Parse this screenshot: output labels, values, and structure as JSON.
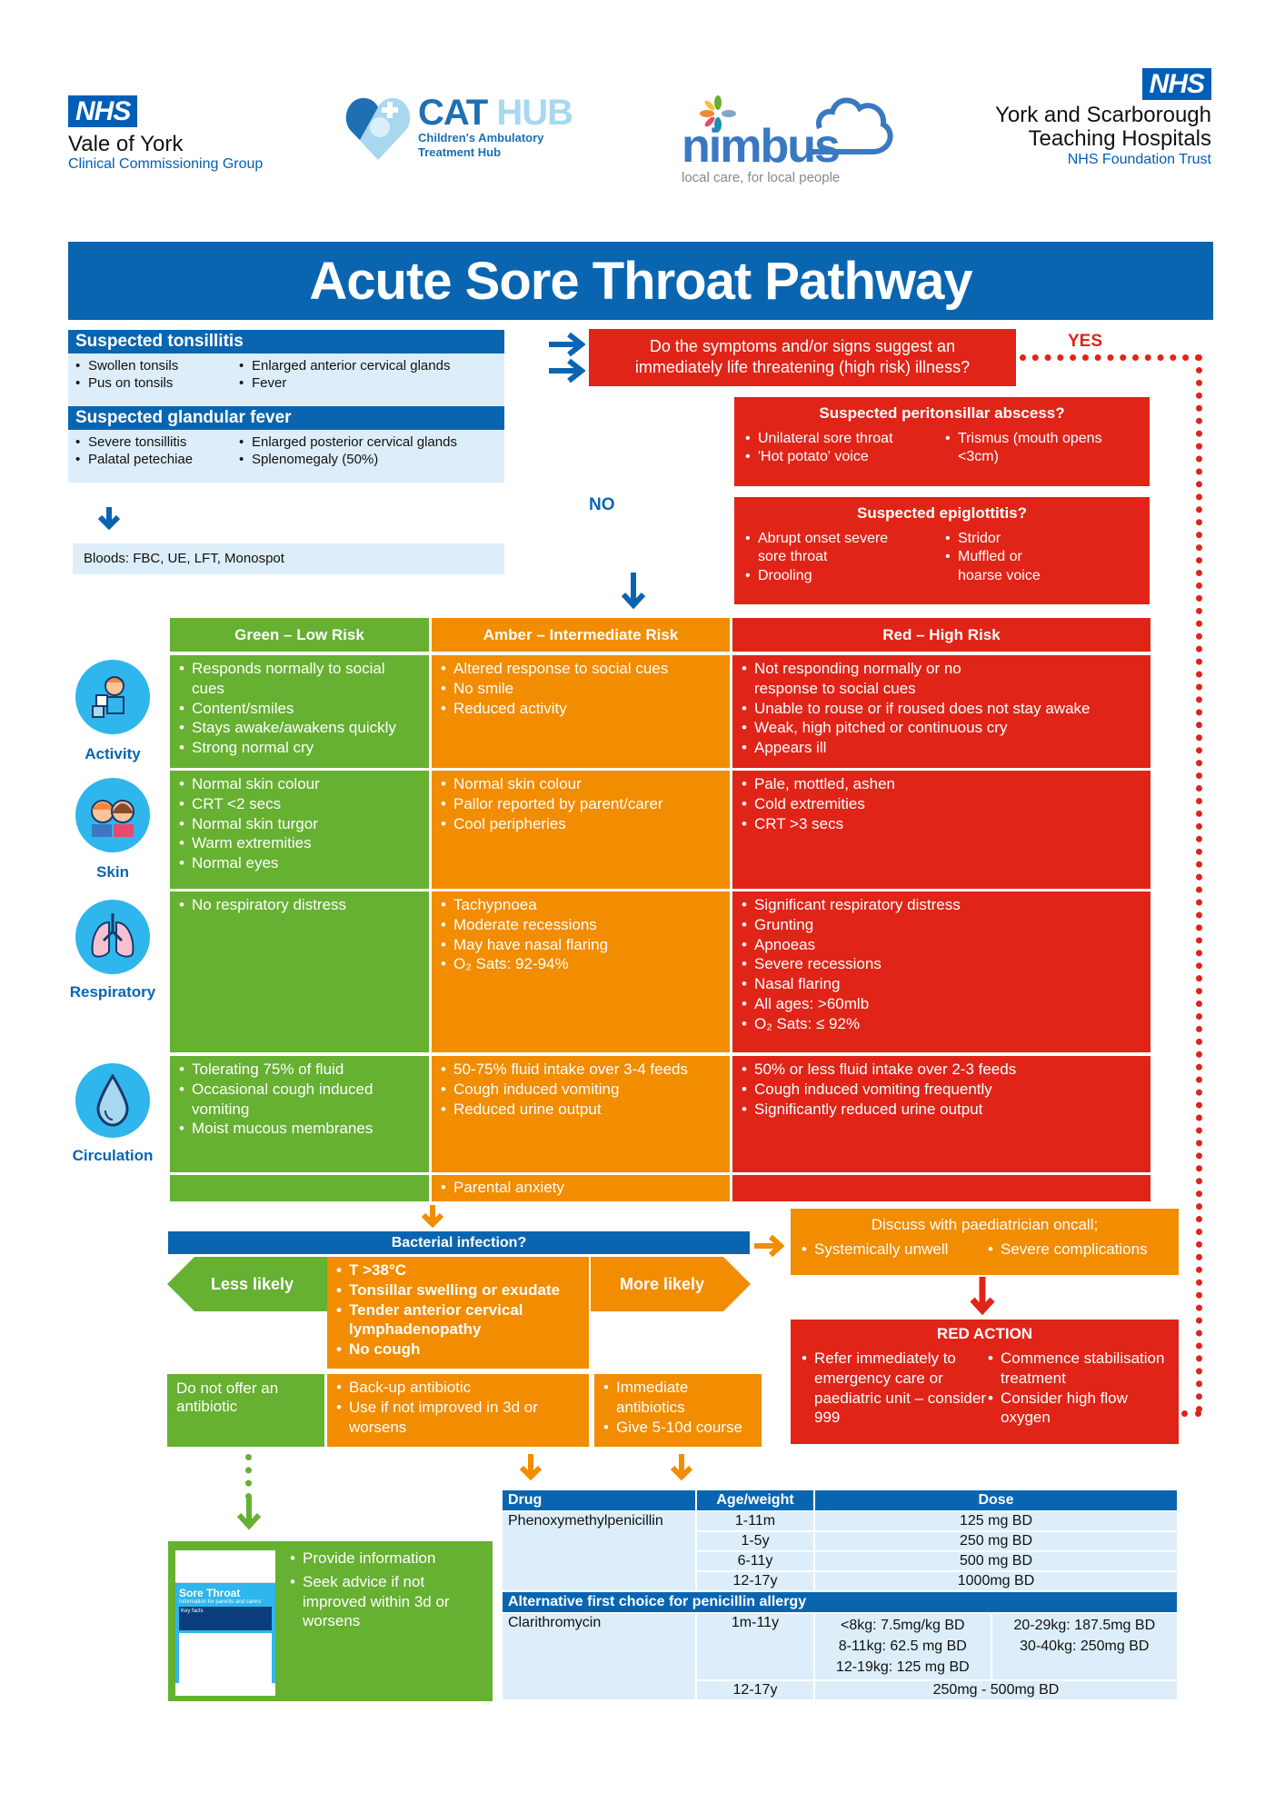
{
  "logos": {
    "vale_of_york": {
      "badge": "NHS",
      "name": "Vale of York",
      "sub": "Clinical Commissioning Group"
    },
    "cat_hub": {
      "title_a": "CAT",
      "title_b": "HUB",
      "sub_line1": "Children's Ambulatory",
      "sub_line2": "Treatment Hub"
    },
    "nimbus": {
      "word": "nimbus",
      "tagline": "local care, for local people"
    },
    "york_scarborough": {
      "badge": "NHS",
      "name_line1": "York and Scarborough",
      "name_line2": "Teaching Hospitals",
      "sub": "NHS Foundation Trust"
    }
  },
  "title": "Acute Sore Throat Pathway",
  "tonsillitis": {
    "heading": "Suspected tonsillitis",
    "col1": [
      "Swollen tonsils",
      "Pus on tonsils"
    ],
    "col2": [
      "Enlarged anterior cervical glands",
      "Fever"
    ]
  },
  "glandular": {
    "heading": "Suspected glandular fever",
    "col1": [
      "Severe tonsillitis",
      "Palatal petechiae"
    ],
    "col2": [
      "Enlarged posterior cervical glands",
      "Splenomegaly (50%)"
    ]
  },
  "bloods": "Bloods: FBC, UE, LFT, Monospot",
  "question": {
    "line1": "Do the symptoms and/or signs suggest an",
    "line2": "immediately life threatening (high risk) illness?"
  },
  "yes_label": "YES",
  "no_label": "NO",
  "peritonsillar": {
    "heading": "Suspected peritonsillar abscess?",
    "col1": [
      "Unilateral sore throat",
      "'Hot potato' voice"
    ],
    "col2": [
      "Trismus (mouth opens <3cm)"
    ]
  },
  "epiglottitis": {
    "heading": "Suspected epiglottitis?",
    "col1": [
      "Abrupt onset severe sore throat",
      "Drooling"
    ],
    "col2": [
      "Stridor",
      "Muffled or hoarse voice"
    ]
  },
  "risk_table": {
    "headers": {
      "green": "Green – Low Risk",
      "amber": "Amber – Intermediate Risk",
      "red": "Red – High Risk"
    },
    "rows": [
      {
        "label": "Activity",
        "icon": "child-playing-icon",
        "green": [
          "Responds normally to social cues",
          "Content/smiles",
          "Stays awake/awakens quickly",
          "Strong normal cry"
        ],
        "amber": [
          "Altered response to social cues",
          "No smile",
          "Reduced activity"
        ],
        "red": [
          "Not responding normally or no response to social cues",
          "Unable to rouse or if roused does not stay awake",
          "Weak, high pitched or continuous cry",
          "Appears ill"
        ]
      },
      {
        "label": "Skin",
        "icon": "children-faces-icon",
        "green": [
          "Normal skin colour",
          "CRT <2 secs",
          "Normal skin turgor",
          "Warm extremities",
          "Normal eyes"
        ],
        "amber": [
          "Normal skin colour",
          "Pallor reported by parent/carer",
          "Cool peripheries"
        ],
        "red": [
          "Pale, mottled, ashen",
          "Cold extremities",
          "CRT >3 secs"
        ]
      },
      {
        "label": "Respiratory",
        "icon": "lungs-icon",
        "green": [
          "No respiratory distress"
        ],
        "amber": [
          "Tachypnoea",
          "Moderate recessions",
          "May have nasal flaring",
          "O₂ Sats: 92-94%"
        ],
        "red": [
          "Significant respiratory distress",
          "Grunting",
          "Apnoeas",
          "Severe recessions",
          "Nasal flaring",
          "All ages: >60mlb",
          "O₂ Sats: ≤ 92%"
        ]
      },
      {
        "label": "Circulation",
        "icon": "water-drop-icon",
        "green": [
          "Tolerating 75% of fluid",
          "Occasional cough induced vomiting",
          "Moist mucous membranes"
        ],
        "amber": [
          "50-75% fluid intake over 3-4 feeds",
          "Cough induced vomiting",
          "Reduced urine output"
        ],
        "red": [
          "50% or less fluid intake over 2-3 feeds",
          "Cough induced vomiting frequently",
          "Significantly reduced urine output"
        ]
      }
    ],
    "extra_amber": [
      "Parental anxiety"
    ]
  },
  "bacterial": {
    "heading": "Bacterial infection?",
    "less_likely": "Less likely",
    "more_likely": "More likely",
    "criteria": [
      "T >38°C",
      "Tonsillar swelling or exudate",
      "Tender anterior cervical lymphadenopathy",
      "No cough"
    ]
  },
  "outcomes": {
    "no_antibiotic": "Do not offer an antibiotic",
    "backup": [
      "Back-up antibiotic",
      "Use if not improved in 3d or worsens"
    ],
    "immediate": [
      "Immediate antibiotics",
      "Give 5-10d course"
    ]
  },
  "discuss": {
    "heading": "Discuss with paediatrician oncall;",
    "items": [
      "Systemically unwell",
      "Severe complications"
    ]
  },
  "red_action": {
    "heading": "RED ACTION",
    "col1": [
      "Refer immediately to emergency care or paediatric unit – consider 999"
    ],
    "col2": [
      "Commence stabilisation treatment",
      "Consider high flow oxygen"
    ]
  },
  "info_box": {
    "leaflet_title": "Sore Throat",
    "leaflet_sub": "Information for parents and carers",
    "leaflet_key": "Key facts",
    "items": [
      "Provide information",
      "Seek advice if not improved within 3d or worsens"
    ]
  },
  "drug_table": {
    "headers": [
      "Drug",
      "Age/weight",
      "Dose"
    ],
    "penicillin": {
      "drug": "Phenoxymethylpenicillin",
      "rows": [
        {
          "age": "1-11m",
          "dose": "125 mg BD"
        },
        {
          "age": "1-5y",
          "dose": "250 mg BD"
        },
        {
          "age": "6-11y",
          "dose": "500 mg BD"
        },
        {
          "age": "12-17y",
          "dose": "1000mg BD"
        }
      ]
    },
    "alt_heading": "Alternative first choice for penicillin allergy",
    "clarithromycin": {
      "drug": "Clarithromycin",
      "row1_age": "1m-11y",
      "row1_dose_col1": [
        "<8kg: 7.5mg/kg BD",
        "8-11kg: 62.5 mg BD",
        "12-19kg: 125 mg BD"
      ],
      "row1_dose_col2": [
        "20-29kg: 187.5mg BD",
        "30-40kg: 250mg BD"
      ],
      "row2_age": "12-17y",
      "row2_dose": "250mg - 500mg BD"
    }
  },
  "colors": {
    "nhs_blue": "#0a65b1",
    "green": "#66b032",
    "amber": "#f28c00",
    "red": "#e02418",
    "light_blue": "#ddeefa"
  }
}
